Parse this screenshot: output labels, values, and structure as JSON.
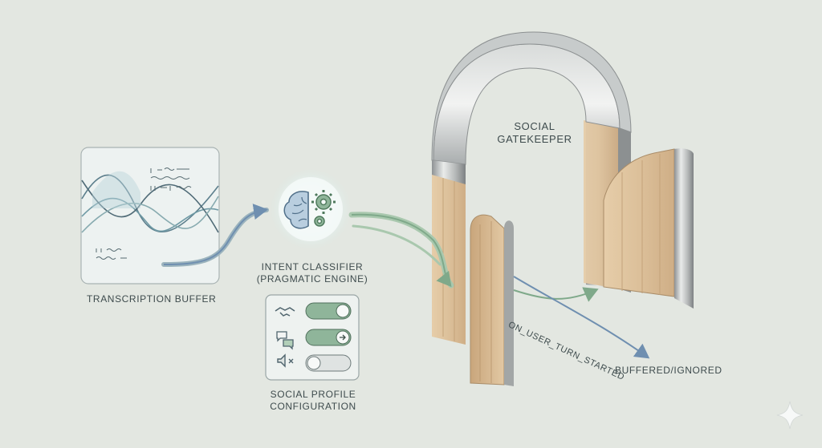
{
  "labels": {
    "transcription_buffer": "TRANSCRIPTION BUFFER",
    "intent_classifier_line1": "INTENT CLASSIFIER",
    "intent_classifier_line2": "(PRAGMATIC ENGINE)",
    "social_profile_line1": "SOCIAL PROFILE",
    "social_profile_line2": "CONFIGURATION",
    "gatekeeper_line1": "SOCIAL",
    "gatekeeper_line2": "GATEKEEPER",
    "event_label": "ON_USER_TURN_STARTED",
    "buffered_label": "BUFFERED/IGNORED"
  },
  "config_toggles": [
    {
      "icon": "handshake-icon",
      "state": "on"
    },
    {
      "icon": "speech-bubbles-icon",
      "state": "on-arrow"
    },
    {
      "icon": "speaker-muted-icon",
      "state": "off"
    }
  ],
  "colors": {
    "background": "#e3e7e1",
    "accent_green": "#7fa98a",
    "accent_blue": "#6f8fb0",
    "wood": "#dfc4a0",
    "metal": "#b9bcbc"
  }
}
